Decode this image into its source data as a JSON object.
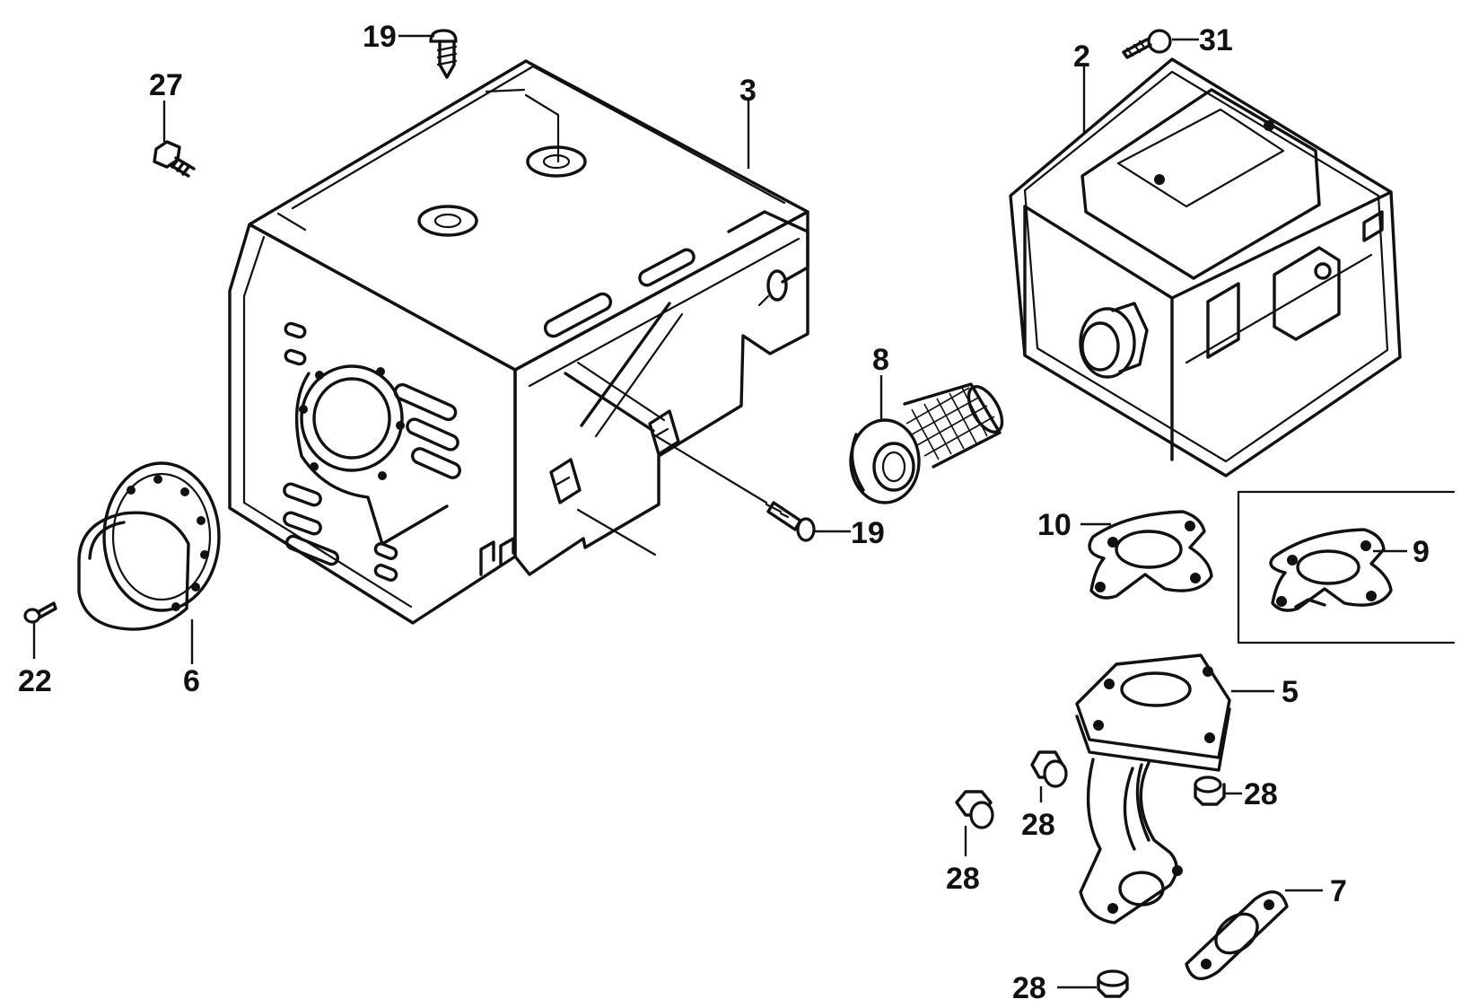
{
  "callouts": {
    "screw_top": "19",
    "screw_side": "19",
    "bolt_27": "27",
    "cover_3": "3",
    "muffler_2": "2",
    "screw_31": "31",
    "arrester_8": "8",
    "gasket_10": "10",
    "gasket_9": "9",
    "protector_6": "6",
    "screw_22": "22",
    "pipe_5": "5",
    "nut_left": "28",
    "nut_mid": "28",
    "nut_right": "28",
    "nut_bottom": "28",
    "gasket_7": "7"
  }
}
